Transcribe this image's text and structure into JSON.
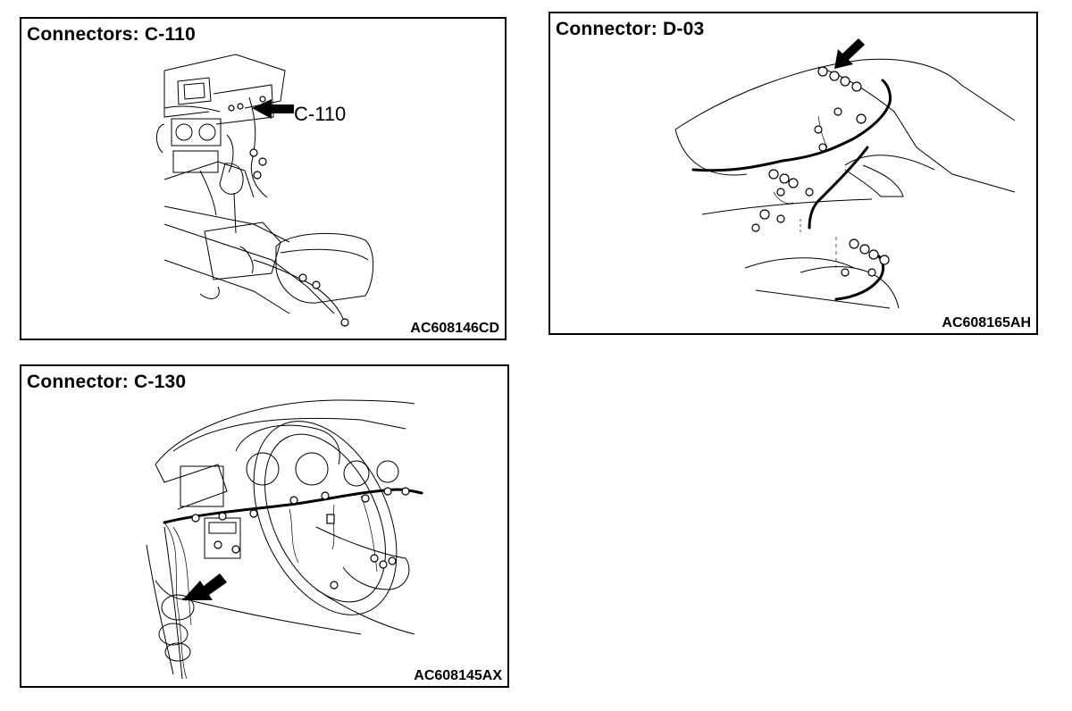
{
  "panels": [
    {
      "title": "Connectors: C-110",
      "code": "AC608146CD",
      "callout": "C-110"
    },
    {
      "title": "Connector: D-03",
      "code": "AC608165AH"
    },
    {
      "title": "Connector: C-130",
      "code": "AC608145AX"
    }
  ]
}
